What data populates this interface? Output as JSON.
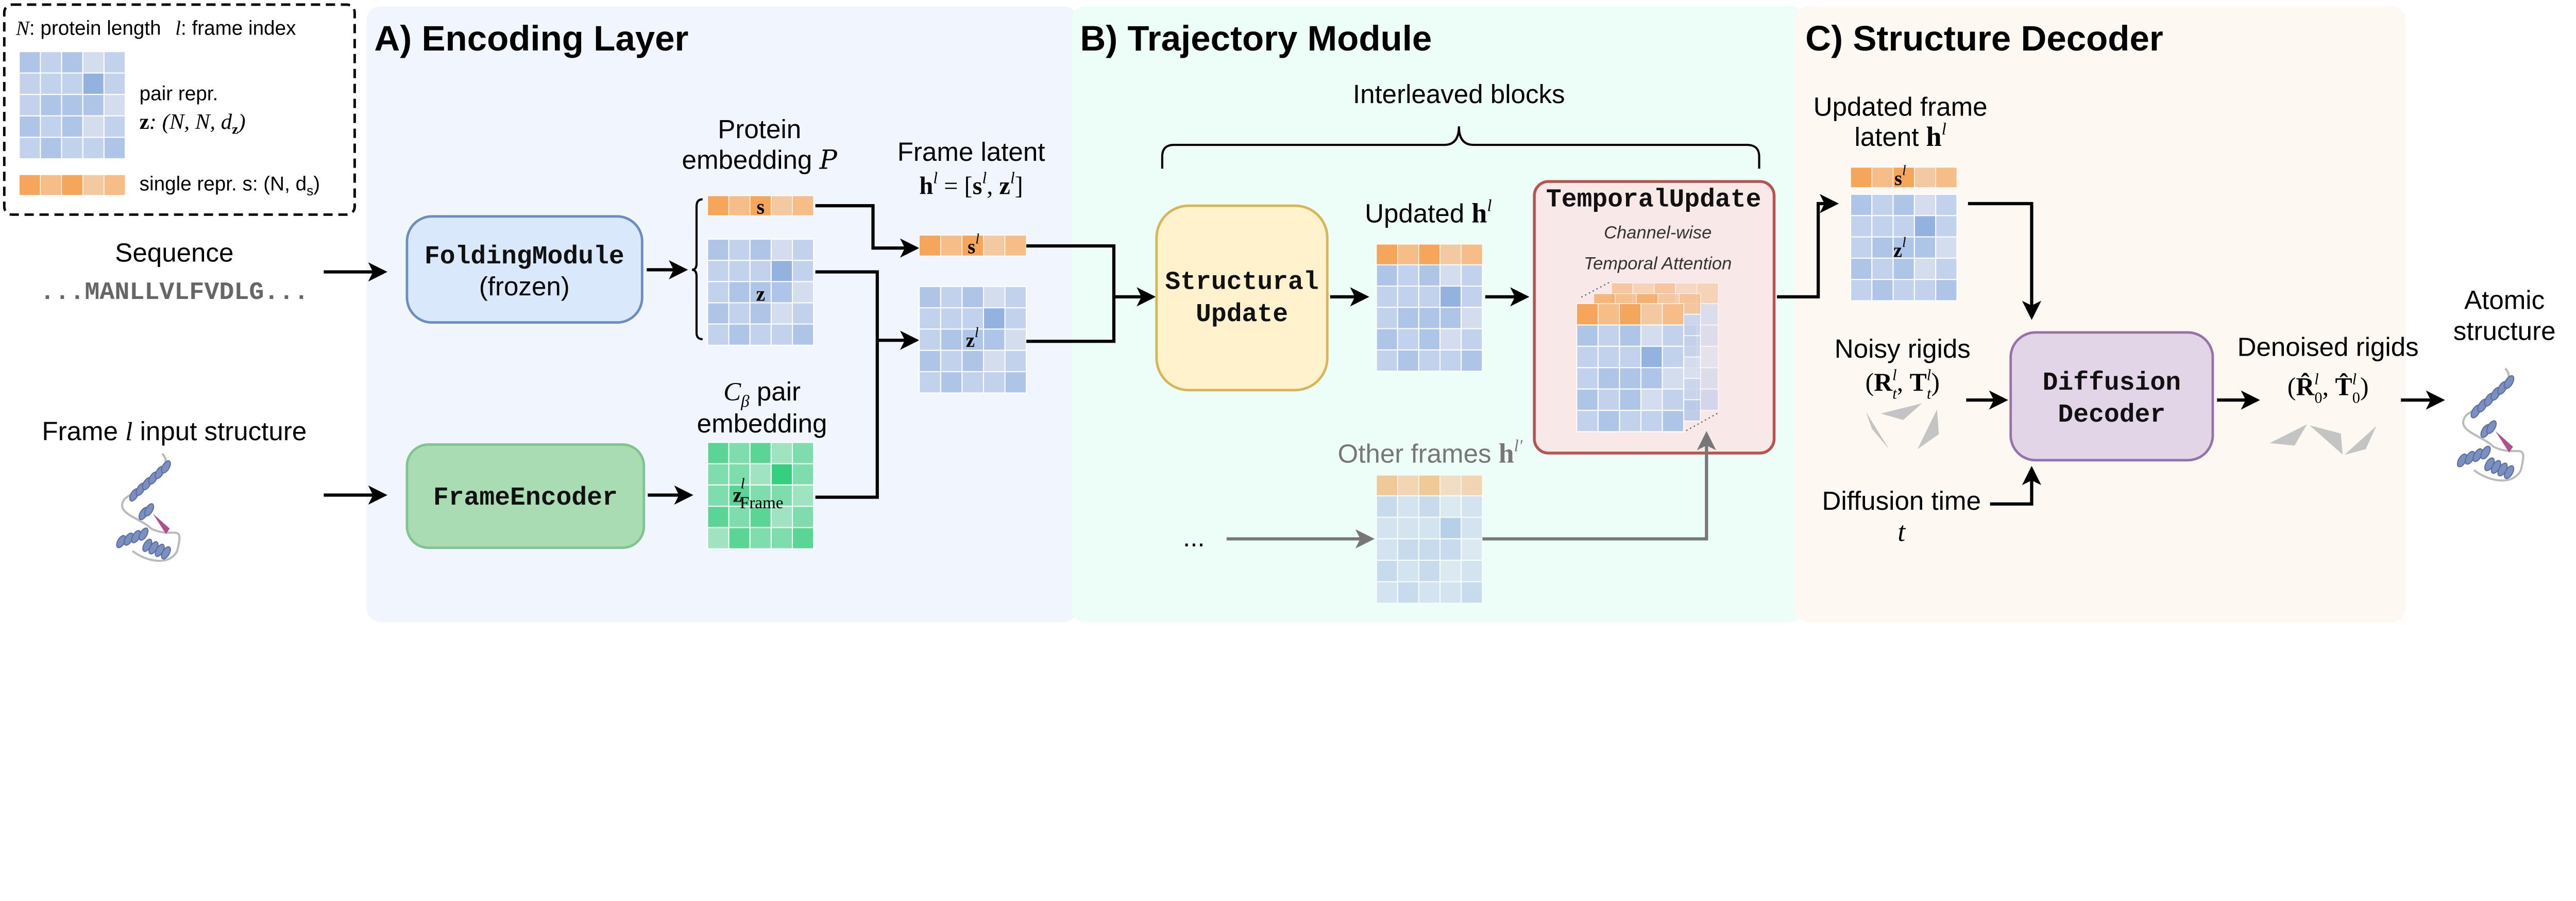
{
  "legend": {
    "n_symbol": "N",
    "n_text": ": protein length",
    "l_symbol": "l",
    "l_text": ": frame index",
    "pair_label": "pair repr.",
    "pair_var": "z",
    "pair_shape": ": (N, N, d",
    "pair_shape_sub": "z",
    "pair_shape_end": ")",
    "single_label": "single repr. s: (N, d",
    "single_sub": "s",
    "single_end": ")"
  },
  "panels": {
    "a_title": "A) Encoding Layer",
    "b_title": "B) Trajectory Module",
    "c_title": "C) Structure Decoder"
  },
  "colors": {
    "panel_a": "#f1f5fe",
    "panel_b": "#edfdf7",
    "panel_c": "#fdf8f1",
    "folding_fill": "#dae8fc",
    "folding_stroke": "#6c8ebf",
    "frame_enc_fill": "#a9dcb3",
    "frame_enc_stroke": "#82c48f",
    "structural_fill": "#fff2cc",
    "structural_stroke": "#d6b656",
    "temporal_fill": "#f8e8e8",
    "temporal_stroke": "#b85450",
    "diffusion_fill": "#e1d5e7",
    "diffusion_stroke": "#9673a6"
  },
  "encoding": {
    "sequence_label": "Sequence",
    "sequence_value": "...MANLLVLFVDLG...",
    "frame_input_label": "Frame ",
    "frame_input_symbol": "l",
    "frame_input_rest": " input structure",
    "folding_module": "FoldingModule",
    "folding_module_note": "(frozen)",
    "frame_encoder": "FrameEncoder",
    "protein_embedding_1": "Protein",
    "protein_embedding_2": "embedding ",
    "protein_embedding_symbol": "P",
    "s_symbol": "s",
    "z_symbol": "z",
    "cb_symbol": "C",
    "cb_sub": "β",
    "cb_text": " pair",
    "cb_text_2": "embedding",
    "z_frame": "z",
    "z_frame_sup": "l",
    "z_frame_sub": "Frame",
    "frame_latent_label": "Frame latent",
    "frame_latent_h": "h",
    "frame_latent_sup": "l",
    "frame_latent_eq": " = [",
    "frame_latent_s": "s",
    "frame_latent_comma": ", ",
    "frame_latent_z": "z",
    "frame_latent_close": "]",
    "sl": "s",
    "zl": "z",
    "sup_l": "l"
  },
  "trajectory": {
    "interleaved_blocks": "Interleaved blocks",
    "structural_update_1": "Structural",
    "structural_update_2": "Update",
    "updated_h_label": "Updated ",
    "updated_h": "h",
    "updated_h_sup": "l",
    "temporal_update": "TemporalUpdate",
    "channel_wise": "Channel-wise",
    "temporal_attention": "Temporal Attention",
    "other_frames_label": "Other frames ",
    "other_frames_h": "h",
    "other_frames_sup": "l′",
    "ellipsis": "..."
  },
  "decoder": {
    "updated_latent_1": "Updated frame",
    "updated_latent_2": "latent ",
    "updated_latent_h": "h",
    "updated_latent_sup": "l",
    "sl": "s",
    "zl": "z",
    "sup_l": "l",
    "noisy_rigids": "Noisy rigids",
    "noisy_formula_open": "(",
    "noisy_R": "R",
    "noisy_sub": "t",
    "noisy_sup": "l",
    "noisy_comma": ", ",
    "noisy_T": "T",
    "noisy_close": ")",
    "diffusion_time": "Diffusion time",
    "diffusion_t": "t",
    "diffusion_decoder_1": "Diffusion",
    "diffusion_decoder_2": "Decoder",
    "denoised_rigids": "Denoised rigids",
    "denoised_open": "(",
    "denoised_R": "R̂",
    "denoised_sub": "0",
    "denoised_sup": "l",
    "denoised_comma": ", ",
    "denoised_T": "T̂",
    "denoised_close": ")",
    "atomic_1": "Atomic",
    "atomic_2": "structure"
  }
}
